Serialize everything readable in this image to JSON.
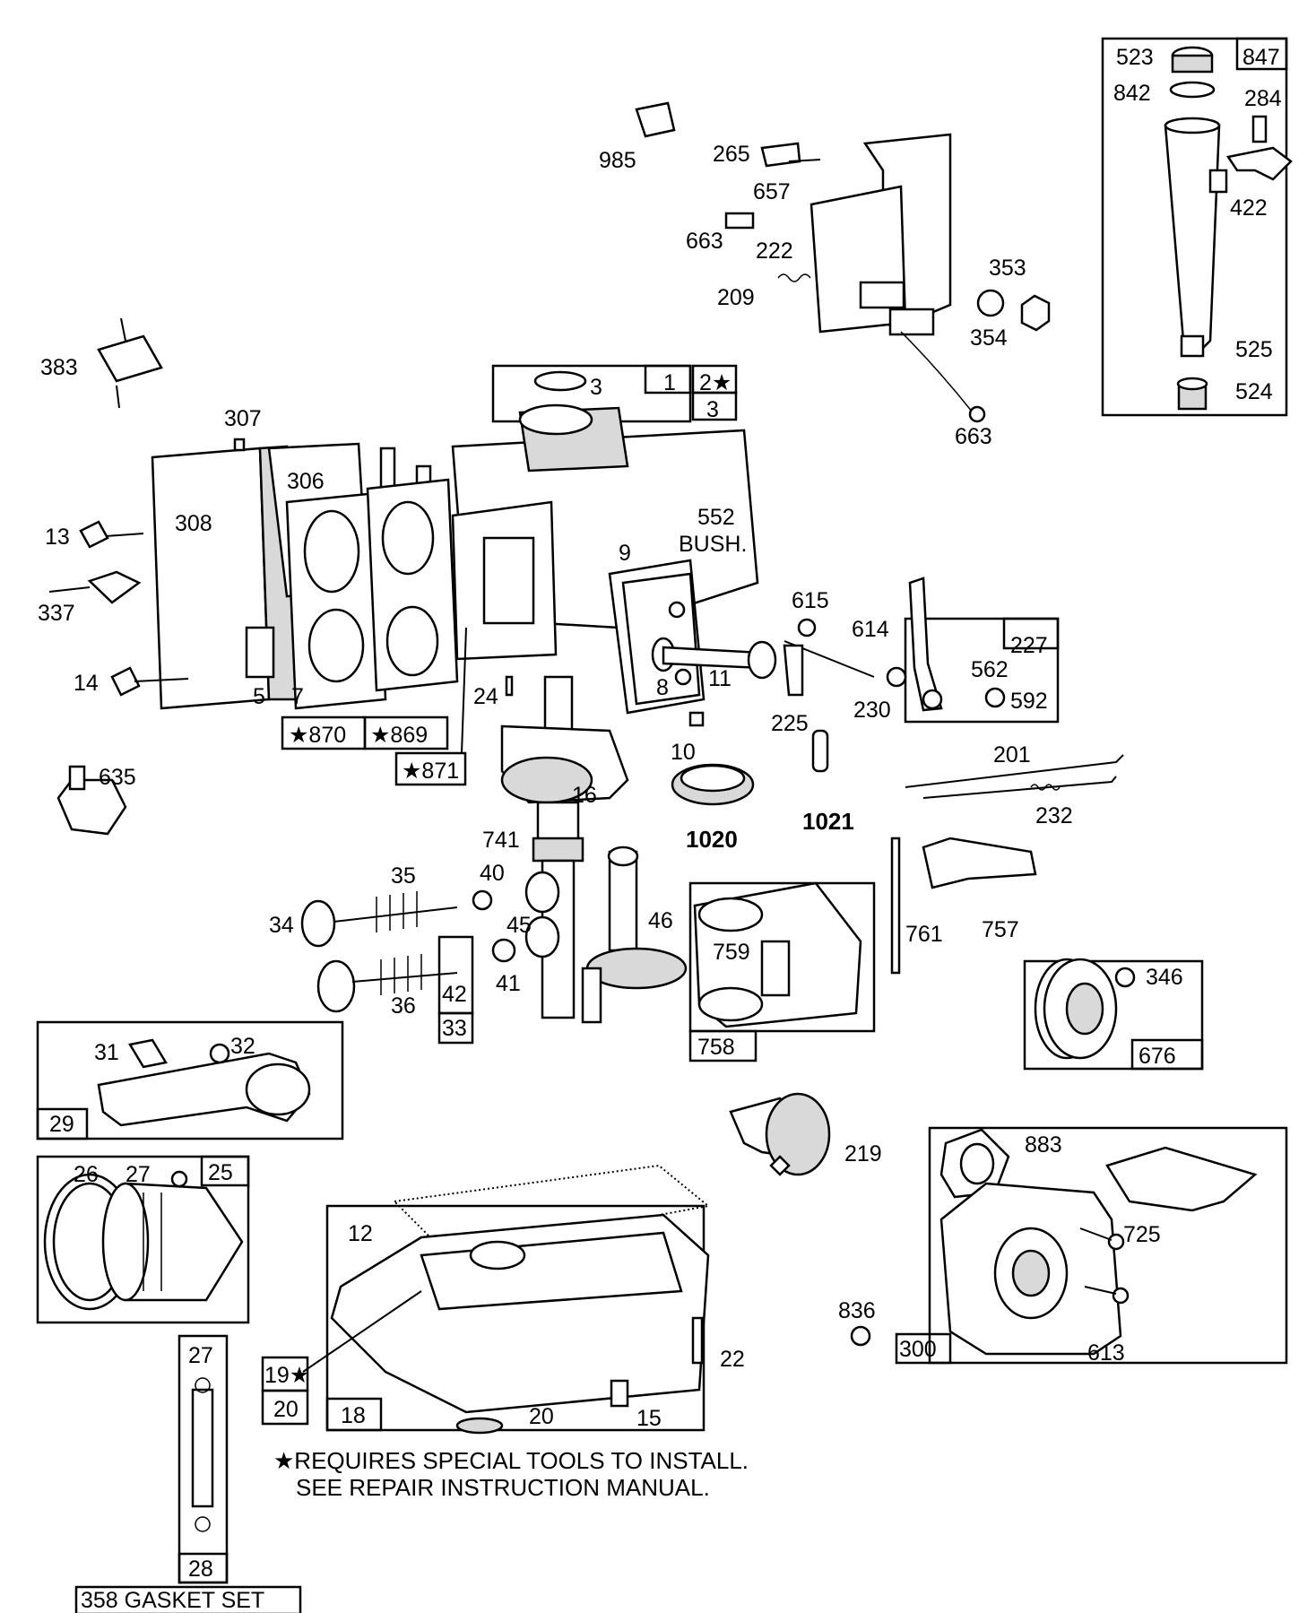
{
  "labels": {
    "p523": "523",
    "p847": "847",
    "p842": "842",
    "p284": "284",
    "p422": "422",
    "p525": "525",
    "p524": "524",
    "p985": "985",
    "p265": "265",
    "p657": "657",
    "p663a": "663",
    "p222": "222",
    "p209": "209",
    "p353": "353",
    "p354": "354",
    "p663b": "663",
    "p383": "383",
    "p307": "307",
    "p306": "306",
    "p308": "308",
    "p13": "13",
    "p337": "337",
    "p14": "14",
    "p5": "5",
    "p7": "7",
    "p870": "★870",
    "p869": "★869",
    "p871": "★871",
    "p24": "24",
    "p635": "635",
    "p3": "3",
    "p1": "1",
    "p2": "2★",
    "p3b": "3",
    "p552a": "552",
    "p552b": "BUSH.",
    "p9": "9",
    "p8": "8",
    "p11": "11",
    "p10": "10",
    "p615": "615",
    "p614": "614",
    "p227": "227",
    "p562": "562",
    "p592": "592",
    "p225": "225",
    "p230": "230",
    "p201": "201",
    "p232": "232",
    "p16": "16",
    "p741": "741",
    "p1020": "1020",
    "p1021": "1021",
    "p35": "35",
    "p40": "40",
    "p34": "34",
    "p45": "45",
    "p46": "46",
    "p41": "41",
    "p36": "36",
    "p42": "42",
    "p33": "33",
    "p761": "761",
    "p757": "757",
    "p759": "759",
    "p758": "758",
    "p346": "346",
    "p676": "676",
    "p31": "31",
    "p32": "32",
    "p29": "29",
    "p219": "219",
    "p26": "26",
    "p27": "27",
    "p25": "25",
    "p12": "12",
    "p883": "883",
    "p725": "725",
    "p836": "836",
    "p300": "300",
    "p613": "613",
    "p22": "22",
    "p19": "19★",
    "p20a": "20",
    "p18": "18",
    "p20b": "20",
    "p15": "15",
    "p27b": "27",
    "p28": "28",
    "p358": "358 GASKET SET"
  },
  "notes": {
    "line1": "★REQUIRES SPECIAL TOOLS TO INSTALL.",
    "line2": "SEE REPAIR INSTRUCTION MANUAL."
  }
}
